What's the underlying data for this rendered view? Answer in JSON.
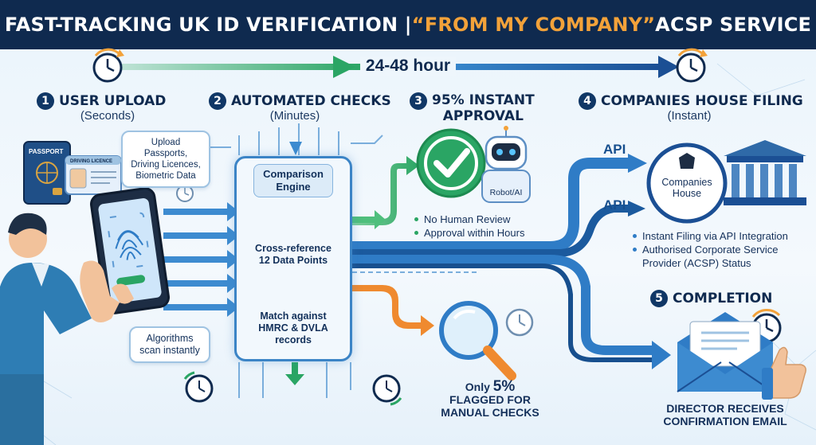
{
  "title": {
    "part1": "FAST-TRACKING UK ID VERIFICATION | ",
    "highlight": "“FROM MY COMPANY”",
    "part2": " ACSP SERVICE"
  },
  "timeline": {
    "label": "24-48 hour"
  },
  "steps": [
    {
      "number": "1",
      "title": "USER UPLOAD",
      "subtitle": "(Seconds)"
    },
    {
      "number": "2",
      "title": "AUTOMATED CHECKS",
      "subtitle": "(Minutes)"
    },
    {
      "number": "3",
      "title_line1": "95% INSTANT",
      "title_line2": "APPROVAL"
    },
    {
      "number": "4",
      "title": "COMPANIES HOUSE FILING",
      "subtitle": "(Instant)"
    },
    {
      "number": "5",
      "title": "COMPLETION"
    }
  ],
  "upload": {
    "bubble_line1": "Upload Passports,",
    "bubble_line2": "Driving Licences,",
    "bubble_line3": "Biometric Data",
    "passport_label": "PASSPORT",
    "licence_label": "DRIVING LICENCE",
    "algorithms_line1": "Algorithms",
    "algorithms_line2": "scan instantly"
  },
  "engine": {
    "label_line1": "Comparison",
    "label_line2": "Engine",
    "check1_line1": "Cross-reference",
    "check1_line2": "12 Data Points",
    "check2_line1": "Match against",
    "check2_line2": "HMRC & DVLA",
    "check2_line3": "records"
  },
  "approval": {
    "robot_label": "Robot/AI",
    "bullets": [
      "No Human Review",
      "Approval within Hours"
    ]
  },
  "flagged": {
    "line1_prefix": "Only ",
    "line1_big": "5%",
    "line2": "FLAGGED FOR",
    "line3": "MANUAL CHECKS"
  },
  "filing": {
    "api_label_top": "API",
    "api_label_bottom": "API",
    "ch_name_line1": "Companies",
    "ch_name_line2": "House",
    "bullets": [
      "Instant Filing via API Integration",
      "Authorised Corporate Service",
      "Provider (ACSP) Status"
    ]
  },
  "completion": {
    "line1": "DIRECTOR RECEIVES",
    "line2": "CONFIRMATION EMAIL"
  },
  "colors": {
    "navy": "#0f2a4f",
    "accent_orange": "#f3a23a",
    "green": "#2aa564",
    "blue": "#2f7cc6",
    "flag_orange": "#ef8a2f"
  }
}
